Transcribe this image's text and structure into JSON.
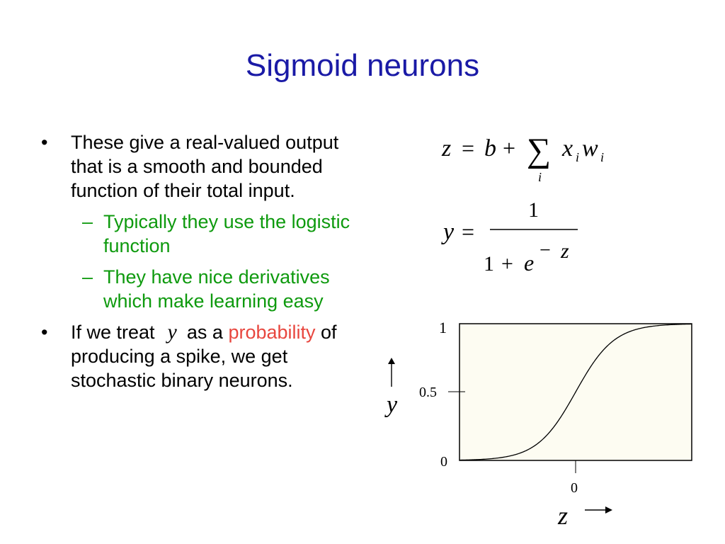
{
  "slide": {
    "title": "Sigmoid neurons",
    "bullet1": "These give a real-valued output that is a smooth and bounded function of their total input.",
    "sub1": "Typically they use the logistic function",
    "sub2": "They have nice derivatives which make learning easy",
    "bullet2_pre": "If we treat",
    "bullet2_var": "y",
    "bullet2_mid": "as a",
    "bullet2_highlight": "probability",
    "bullet2_post": " of producing a spike, we get stochastic binary neurons.",
    "bullet_marker": "•",
    "sub_marker": "–",
    "colors": {
      "title": "#1a1aa6",
      "sub_bullets": "#0e9a0e",
      "highlight": "#e8473f",
      "plot_bg": "#fdfcf2"
    }
  },
  "equations": {
    "eq1": {
      "lhs": "z",
      "eq": "=",
      "b": "b",
      "plus": "+",
      "sum_symbol": "∑",
      "sum_index": "i",
      "x": "x",
      "x_sub": "i",
      "w": "w",
      "w_sub": "i"
    },
    "eq2": {
      "lhs": "y",
      "eq": "=",
      "numerator": "1",
      "denominator_one": "1",
      "plus": "+",
      "e": "e",
      "minus": "−",
      "exponent": "z"
    }
  },
  "chart_data": {
    "type": "line",
    "function": "logistic",
    "x_label": "z",
    "y_label": "y",
    "y_ticks": [
      "0",
      "0.5",
      "1"
    ],
    "x_ticks": [
      "0"
    ],
    "x_domain": [
      -6,
      6
    ],
    "ylim": [
      0,
      1
    ],
    "grid": false
  }
}
